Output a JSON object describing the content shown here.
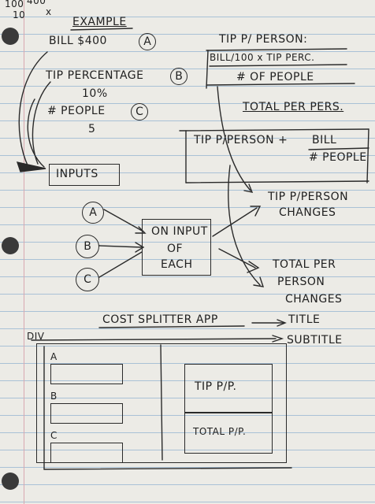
{
  "corner": {
    "a": "100",
    "b": "10",
    "c": "400",
    "d": "x"
  },
  "example": {
    "title": "EXAMPLE",
    "bill": "BILL $400",
    "bill_marker": "A",
    "tip": "TIP PERCENTAGE",
    "tip_marker": "B",
    "tip_value": "10%",
    "people": "# PEOPLE",
    "people_marker": "C",
    "people_value": "5"
  },
  "tip_formula": {
    "label": "TIP P/ PERSON:",
    "numerator": "BILL/100 x TIP PERC.",
    "denominator": "# OF PEOPLE"
  },
  "total_formula": {
    "label": "TOTAL PER PERS.",
    "expr": "TIP P/PERSON +",
    "numerator": "BILL",
    "denominator": "# PEOPLE"
  },
  "flow": {
    "inputs": "INPUTS",
    "a": "A",
    "b": "B",
    "c": "C",
    "on_input": [
      "ON INPUT",
      "OF",
      "EACH"
    ],
    "out1": [
      "TIP P/PERSON",
      "CHANGES"
    ],
    "out2": [
      "TOTAL PER",
      "PERSON",
      "CHANGES"
    ]
  },
  "app": {
    "title": "COST SPLITTER APP",
    "title_note": "TITLE",
    "subtitle_note": "SUBTITLE",
    "div_label": "DIV",
    "inputs": [
      "A",
      "B",
      "C"
    ],
    "tip_label": "TIP P/P.",
    "total_label": "TOTAL P/P."
  }
}
